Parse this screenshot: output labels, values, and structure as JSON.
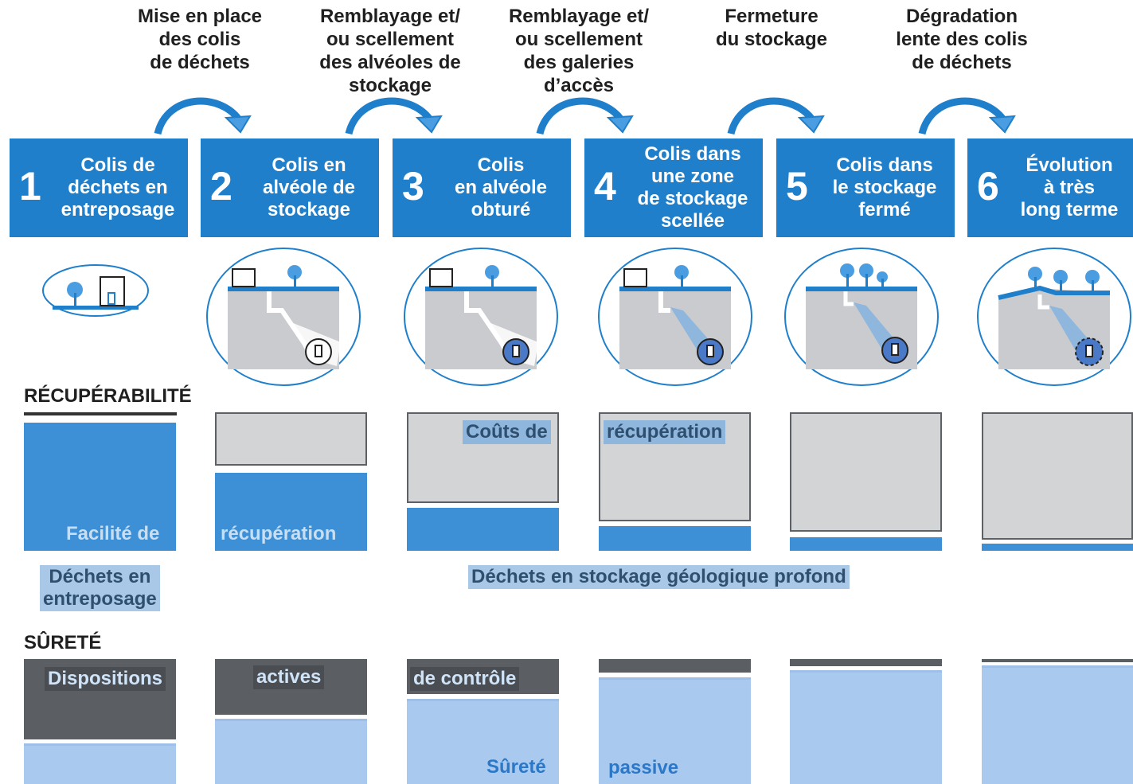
{
  "steps": [
    {
      "title": "Mise en place\ndes colis\nde déchets"
    },
    {
      "title": "Remblayage et/\nou scellement\ndes alvéoles de\nstockage"
    },
    {
      "title": "Remblayage et/\nou scellement\ndes galeries\nd’accès"
    },
    {
      "title": "Fermeture\ndu stockage"
    },
    {
      "title": "Dégradation\nlente des colis\nde déchets"
    }
  ],
  "stages": [
    {
      "num": "1",
      "label": "Colis de\ndéchets en\nentreposage"
    },
    {
      "num": "2",
      "label": "Colis en\nalvéole de\nstockage"
    },
    {
      "num": "3",
      "label": "Colis\nen alvéole\nobturé"
    },
    {
      "num": "4",
      "label": "Colis dans\nune zone\nde stockage\nscellée"
    },
    {
      "num": "5",
      "label": "Colis dans\nle stockage\nfermé"
    },
    {
      "num": "6",
      "label": "Évolution\nà très\nlong terme"
    }
  ],
  "recuperabilite": {
    "title": "RÉCUPÉRABILITÉ",
    "facilite_1": "Facilité de",
    "facilite_2": "récupération",
    "couts_1": "Coûts de",
    "couts_2": "récupération"
  },
  "categories": {
    "entreposage": "Déchets en\nentreposage",
    "stockage": "Déchets en stockage géologique profond"
  },
  "surete": {
    "title": "SÛRETÉ",
    "active_1": "Dispositions",
    "active_2": "actives",
    "active_3": "de contrôle",
    "passive_1": "Sûreté",
    "passive_2": "passive"
  },
  "colors": {
    "stage_blue": "#1f7fcb",
    "recovery_blue": "#3d8fd6",
    "cost_gray": "#d3d4d6",
    "active_dark": "#5b5e62",
    "passive_light": "#aac9ee"
  }
}
